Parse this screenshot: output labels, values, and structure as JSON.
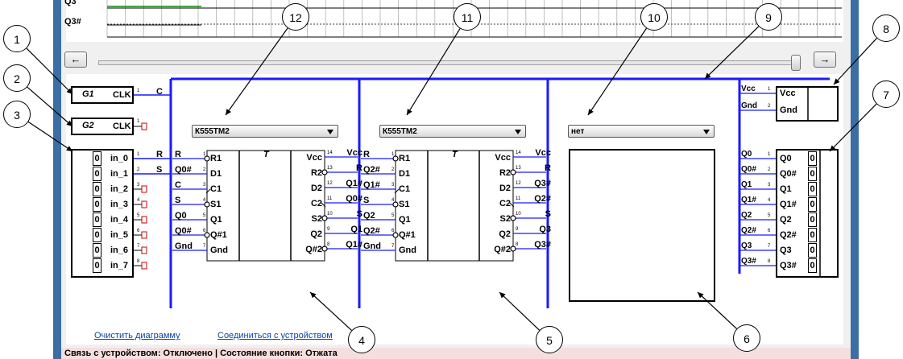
{
  "timing": {
    "signals": [
      "Q3",
      "Q3#"
    ]
  },
  "nav": {
    "left_label": "←",
    "right_label": "→"
  },
  "links": {
    "clear": "Очистить диаграмму",
    "connect": "Соединиться с устройством"
  },
  "status": "Связь с устройством:  Отключено  |  Состояние кнопки:  Отжата",
  "callouts": [
    "1",
    "2",
    "3",
    "4",
    "5",
    "6",
    "7",
    "8",
    "9",
    "10",
    "11",
    "12"
  ],
  "gen1": {
    "name": "G1",
    "pin": "CLK",
    "pin_num": "1",
    "net": "C"
  },
  "gen2": {
    "name": "G2",
    "pin": "CLK",
    "pin_num": "1"
  },
  "inputs": {
    "bits": [
      "0",
      "0",
      "0",
      "0",
      "0",
      "0",
      "0",
      "0"
    ],
    "labels": [
      "in_0",
      "in_1",
      "in_2",
      "in_3",
      "in_4",
      "in_5",
      "in_6",
      "in_7"
    ],
    "nums": [
      "1",
      "2",
      "3",
      "4",
      "5",
      "6",
      "7",
      "8"
    ],
    "nets": [
      "R",
      "S"
    ]
  },
  "chip1": {
    "select": "К555ТМ2",
    "title": "T",
    "left_pins": [
      "R1",
      "D1",
      "C1",
      "S1",
      "Q1",
      "Q#1",
      "Gnd"
    ],
    "left_nums": [
      "1",
      "2",
      "3",
      "4",
      "5",
      "6",
      "7"
    ],
    "left_nets": [
      "R",
      "Q0#",
      "C",
      "S",
      "Q0",
      "Q0#",
      "Gnd"
    ],
    "right_pins": [
      "Vcc",
      "R2",
      "D2",
      "C2",
      "S2",
      "Q2",
      "Q#2"
    ],
    "right_nums": [
      "14",
      "13",
      "12",
      "11",
      "10",
      "9",
      "8"
    ],
    "right_nets": [
      "Vcc",
      "R",
      "Q1#",
      "Q0#",
      "S",
      "Q1",
      "Q1#"
    ]
  },
  "chip2": {
    "select": "К555ТМ2",
    "title": "T",
    "left_pins": [
      "R1",
      "D1",
      "C1",
      "S1",
      "Q1",
      "Q#1",
      "Gnd"
    ],
    "left_nums": [
      "1",
      "2",
      "3",
      "4",
      "5",
      "6",
      "7"
    ],
    "left_nets": [
      "R",
      "Q2#",
      "Q1#",
      "S",
      "Q2",
      "Q2#",
      "Gnd"
    ],
    "right_pins": [
      "Vcc",
      "R2",
      "D2",
      "C2",
      "S2",
      "Q2",
      "Q#2"
    ],
    "right_nums": [
      "14",
      "13",
      "12",
      "11",
      "10",
      "9",
      "8"
    ],
    "right_nets": [
      "Vcc",
      "R",
      "Q3#",
      "Q2#",
      "S",
      "Q3",
      "Q3#"
    ]
  },
  "chip3": {
    "select": "нет"
  },
  "power": {
    "pins": [
      "Vcc",
      "Gnd"
    ],
    "nums": [
      "1",
      "2"
    ],
    "nets": [
      "Vcc",
      "Gnd"
    ]
  },
  "outputs": {
    "labels": [
      "Q0",
      "Q0#",
      "Q1",
      "Q1#",
      "Q2",
      "Q2#",
      "Q3",
      "Q3#"
    ],
    "bits": [
      "0",
      "0",
      "0",
      "0",
      "0",
      "0",
      "0",
      "0"
    ],
    "nums": [
      "1",
      "2",
      "3",
      "4",
      "5",
      "6",
      "7",
      "8"
    ],
    "nets": [
      "Q0",
      "Q0#",
      "Q1",
      "Q1#",
      "Q2",
      "Q2#",
      "Q3",
      "Q3#"
    ]
  },
  "colors": {
    "bus": "#1a1aff",
    "frame": "#3a6ea5",
    "unconnected": "#cc0000",
    "link": "#0645ad",
    "status_bg": "#f5dede"
  }
}
